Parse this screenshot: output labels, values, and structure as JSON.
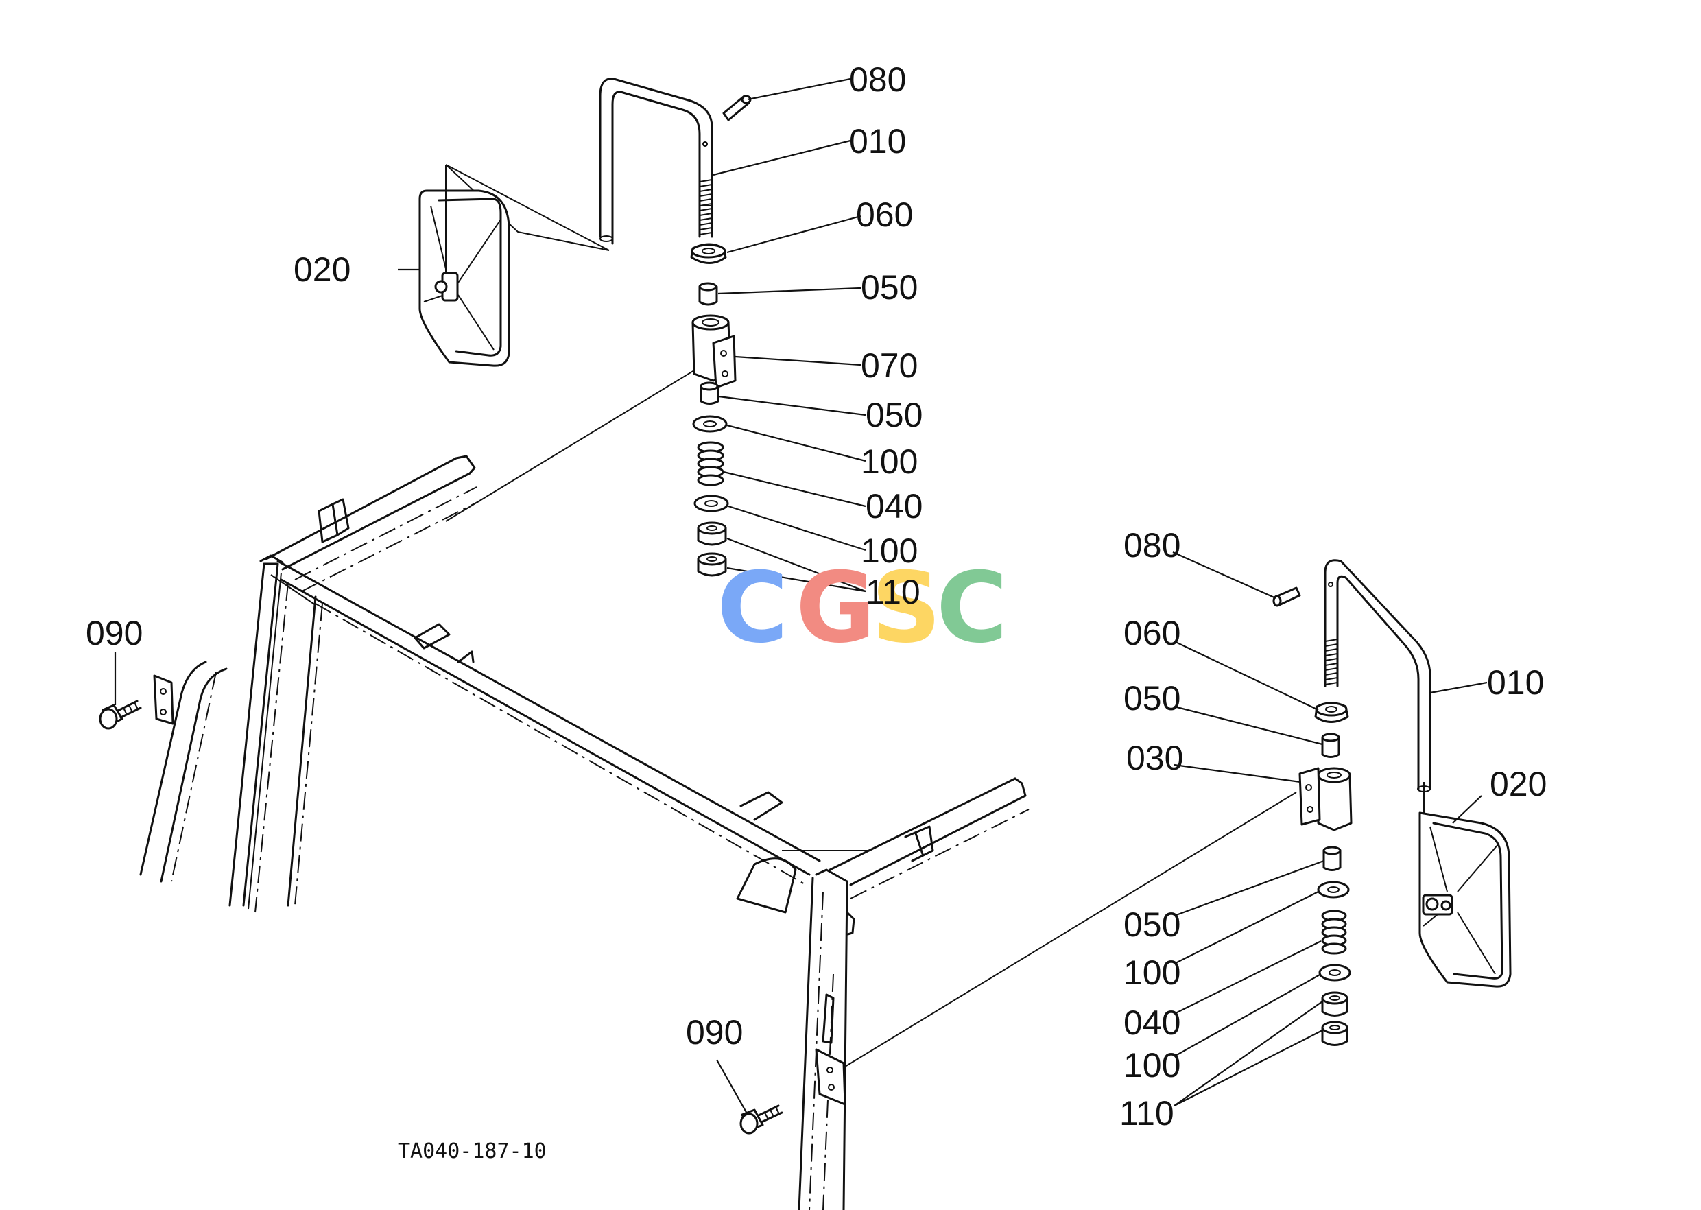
{
  "labels_left": {
    "p080": "080",
    "p010": "010",
    "p060": "060",
    "p020": "020",
    "p050a": "050",
    "p070": "070",
    "p050b": "050",
    "p100a": "100",
    "p040": "040",
    "p100b": "100",
    "p110": "110",
    "p090": "090"
  },
  "labels_right": {
    "p080": "080",
    "p060": "060",
    "p050a": "050",
    "p030": "030",
    "p010": "010",
    "p020": "020",
    "p050b": "050",
    "p100a": "100",
    "p040": "040",
    "p100b": "100",
    "p110": "110",
    "p090": "090"
  },
  "reference_code": "TA040-187-10",
  "watermark": {
    "letters": [
      "C",
      "G",
      "S",
      "C"
    ],
    "colors": [
      "#7aa8f7",
      "#f28b82",
      "#fdd663",
      "#81c995"
    ]
  }
}
